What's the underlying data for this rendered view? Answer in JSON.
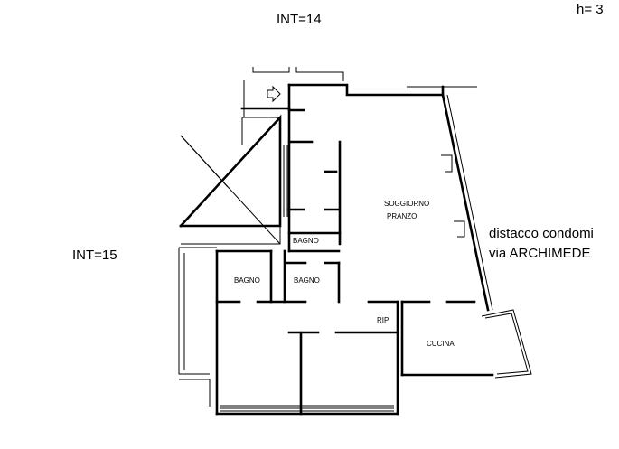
{
  "labels": {
    "int_top": "INT=14",
    "int_left": "INT=15",
    "height_note": "h= 3",
    "distacco_line1": "distacco condomi",
    "distacco_line2": "via ARCHIMEDE"
  },
  "rooms": {
    "soggiorno": "SOGGIORNO",
    "pranzo": "PRANZO",
    "bagno_a": "BAGNO",
    "bagno_b": "BAGNO",
    "bagno_c": "BAGNO",
    "rip": "RIP",
    "cucina": "CUCINA"
  },
  "colors": {
    "line": "#000000",
    "background": "#ffffff"
  }
}
